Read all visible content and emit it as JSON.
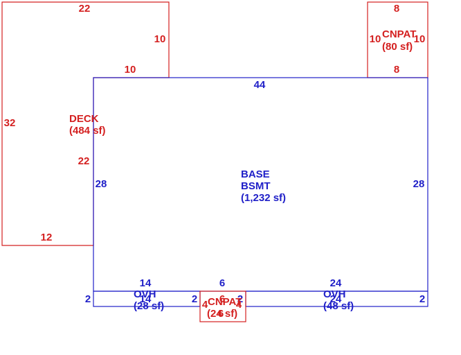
{
  "areas": {
    "deck": {
      "name": "DECK",
      "area": "(484 sf)",
      "dims": {
        "top": "22",
        "right_upper": "10",
        "lower_top": "10",
        "left": "32",
        "right_lower": "22",
        "bottom": "12"
      },
      "color": "#d42020"
    },
    "cnpat_top": {
      "name": "CNPAT",
      "area": "(80 sf)",
      "dims": {
        "top": "8",
        "bottom": "8",
        "left": "10",
        "right": "10"
      },
      "color": "#d42020"
    },
    "base": {
      "name": "BASE",
      "name2": "BSMT",
      "area": "(1,232 sf)",
      "dims": {
        "top": "44",
        "left": "28",
        "right": "28"
      },
      "color": "#2020c8"
    },
    "ovh_left": {
      "name": "OVH",
      "area": "(28 sf)",
      "dims": {
        "top": "14",
        "bottom": "14",
        "left": "2",
        "right": "2"
      },
      "color": "#2020c8"
    },
    "ovh_right": {
      "name": "OVH",
      "area": "(48 sf)",
      "dims": {
        "top": "24",
        "bottom": "24",
        "left": "2",
        "right": "2"
      },
      "color": "#2020c8"
    },
    "gap_mid": {
      "top": "6"
    },
    "cnpat_bottom": {
      "name": "CNPAT",
      "area": "(24 sf)",
      "dims": {
        "top": "6",
        "bottom": "6",
        "left": "4",
        "right": "4"
      },
      "color": "#d42020"
    }
  }
}
